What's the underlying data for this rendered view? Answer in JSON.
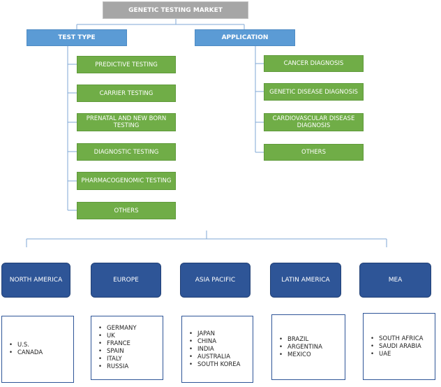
{
  "title": "GENETIC TESTING MARKET",
  "test_type": {
    "label": "TEST TYPE",
    "items": [
      "PREDICTIVE TESTING",
      "CARRIER TESTING",
      "PRENATAL AND NEW BORN TESTING",
      "DIAGNOSTIC TESTING",
      "PHARMACOGENOMIC TESTING",
      "OTHERS"
    ]
  },
  "application": {
    "label": "APPLICATION",
    "items": [
      "CANCER DIAGNOSIS",
      "GENETIC DISEASE DIAGNOSIS",
      "CARDIOVASCULAR DISEASE DIAGNOSIS",
      "OTHERS"
    ]
  },
  "regions": [
    {
      "name": "NORTH AMERICA",
      "countries": [
        "U.S.",
        "CANADA"
      ]
    },
    {
      "name": "EUROPE",
      "countries": [
        "GERMANY",
        "UK",
        "FRANCE",
        "SPAIN",
        "ITALY",
        "RUSSIA"
      ]
    },
    {
      "name": "ASIA PACIFIC",
      "countries": [
        "JAPAN",
        "CHINA",
        "INDIA",
        "AUSTRALIA",
        "SOUTH KOREA"
      ]
    },
    {
      "name": "LATIN AMERICA",
      "countries": [
        "BRAZIL",
        "ARGENTINA",
        "MEXICO"
      ]
    },
    {
      "name": "MEA",
      "countries": [
        "SOUTH AFRICA",
        "SAUDI ARABIA",
        "UAE"
      ]
    }
  ],
  "colors": {
    "title_fill": "#a6a6a6",
    "category_fill": "#5b9bd5",
    "item_fill": "#70ad47",
    "region_fill": "#2e5597",
    "connector": "#5b9bd5"
  }
}
